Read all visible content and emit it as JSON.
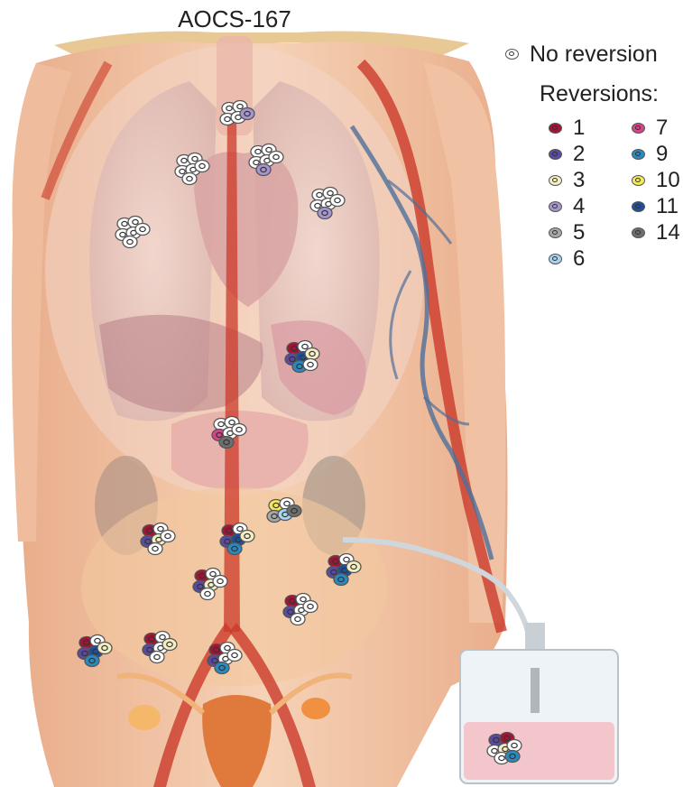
{
  "title": "AOCS-167",
  "legend": {
    "no_reversion": "No reversion",
    "reversions_label": "Reversions:",
    "items": [
      {
        "label": "1",
        "color": "#a11436"
      },
      {
        "label": "7",
        "color": "#d44688"
      },
      {
        "label": "2",
        "color": "#5a4aa0"
      },
      {
        "label": "9",
        "color": "#2a8ac0"
      },
      {
        "label": "3",
        "color": "#f4eec4"
      },
      {
        "label": "10",
        "color": "#f2ea5a"
      },
      {
        "label": "4",
        "color": "#a795cf"
      },
      {
        "label": "11",
        "color": "#1d4f9a"
      },
      {
        "label": "5",
        "color": "#a8a8a8"
      },
      {
        "label": "14",
        "color": "#6e6e6e"
      },
      {
        "label": "6",
        "color": "#a6d4f2"
      }
    ]
  },
  "colors": {
    "background": "#ffffff",
    "skin": "#f2c3a2",
    "artery": "#cc3a2a",
    "vein": "#4f6f9a",
    "bag_fluid": "#f3c6cc",
    "no_reversion_cell": "#ffffff"
  },
  "clusters": [
    {
      "site": "mediastinum-upper",
      "cells": [
        "none",
        "none",
        "none",
        "none",
        "4"
      ]
    },
    {
      "site": "right-upper-chest",
      "cells": [
        "none",
        "none",
        "none",
        "none",
        "none",
        "none"
      ]
    },
    {
      "site": "heart-upper",
      "cells": [
        "none",
        "none",
        "none",
        "none",
        "none",
        "4"
      ]
    },
    {
      "site": "left-chest",
      "cells": [
        "none",
        "none",
        "none",
        "none",
        "none",
        "4"
      ]
    },
    {
      "site": "right-lung",
      "cells": [
        "none",
        "none",
        "none",
        "none",
        "none",
        "none"
      ]
    },
    {
      "site": "spleen",
      "cells": [
        "1",
        "none",
        "2",
        "11",
        "3",
        "9",
        "none"
      ]
    },
    {
      "site": "upper-abdomen",
      "cells": [
        "none",
        "none",
        "7",
        "none",
        "none",
        "14"
      ]
    },
    {
      "site": "left-kidney",
      "cells": [
        "10",
        "none",
        "5",
        "6",
        "14"
      ]
    },
    {
      "site": "peritoneum-right",
      "cells": [
        "1",
        "none",
        "2",
        "3",
        "none",
        "none"
      ]
    },
    {
      "site": "peritoneum-center",
      "cells": [
        "1",
        "none",
        "2",
        "11",
        "3",
        "9"
      ]
    },
    {
      "site": "peritoneum-left",
      "cells": [
        "1",
        "none",
        "2",
        "11",
        "3",
        "9"
      ]
    },
    {
      "site": "mid-abdomen",
      "cells": [
        "1",
        "none",
        "2",
        "3",
        "none",
        "none"
      ]
    },
    {
      "site": "left-abdomen",
      "cells": [
        "1",
        "none",
        "2",
        "none",
        "none",
        "none"
      ]
    },
    {
      "site": "pelvis-right",
      "cells": [
        "1",
        "none",
        "2",
        "11",
        "3",
        "9"
      ]
    },
    {
      "site": "pelvis-mid-right",
      "cells": [
        "1",
        "none",
        "2",
        "none",
        "3",
        "none"
      ]
    },
    {
      "site": "pelvis-center",
      "cells": [
        "1",
        "none",
        "2",
        "none",
        "none",
        "9"
      ]
    },
    {
      "site": "ascites-bag",
      "cells": [
        "2",
        "1",
        "none",
        "3",
        "none",
        "none",
        "9"
      ]
    }
  ]
}
